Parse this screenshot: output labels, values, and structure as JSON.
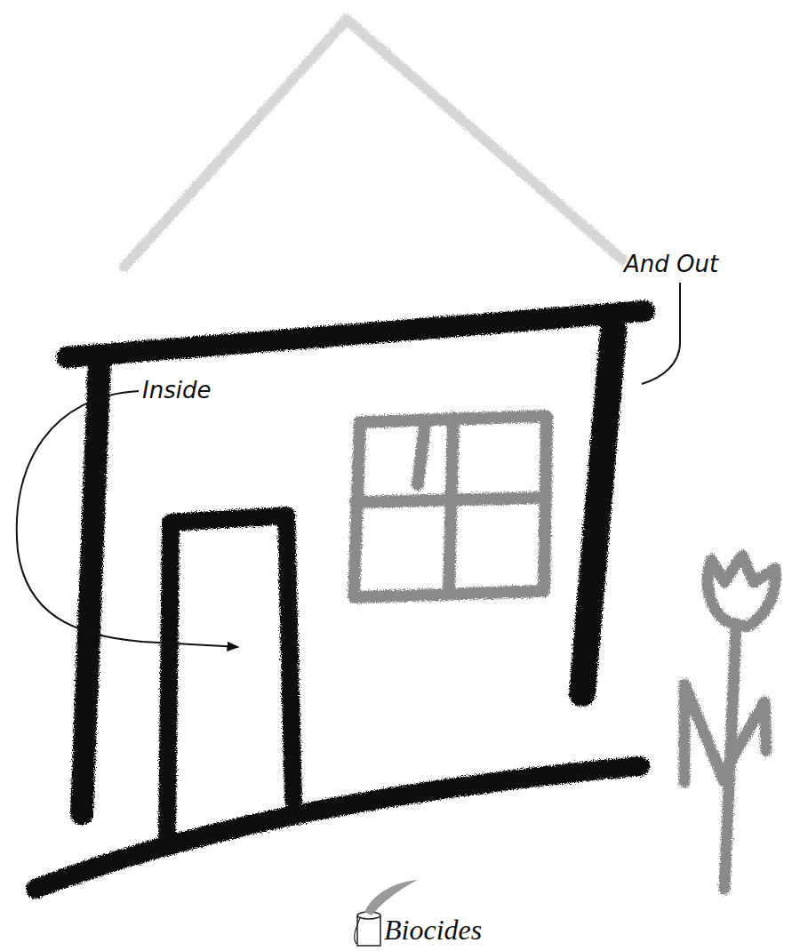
{
  "diagram": {
    "labels": [
      "Inside",
      "And Out",
      "Biocides"
    ]
  }
}
